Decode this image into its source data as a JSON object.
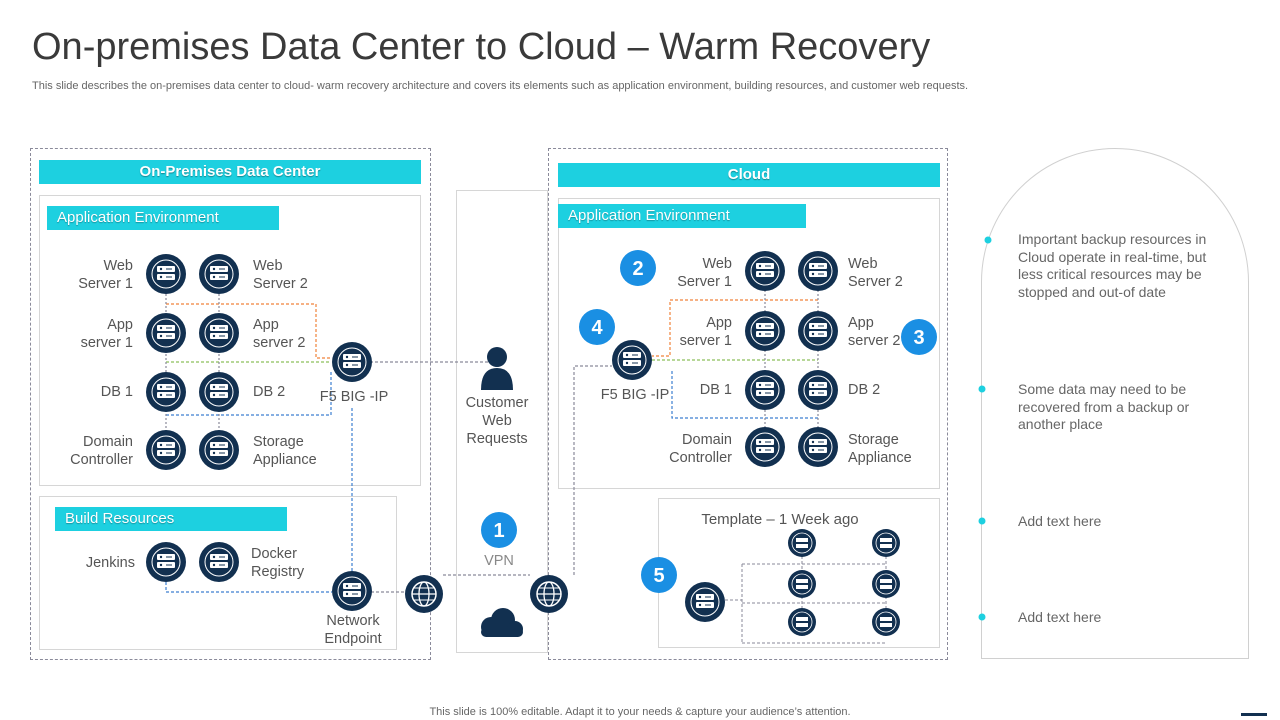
{
  "header": {
    "title": "On-premises Data Center to Cloud – Warm Recovery",
    "subtitle": "This slide describes the on-premises data center to cloud- warm recovery architecture and covers its elements such as application environment, building resources, and customer web requests."
  },
  "onprem": {
    "title": "On-Premises Data Center",
    "app_env": "Application Environment",
    "web1": "Web\nServer 1",
    "web2": "Web\nServer 2",
    "app1": "App\nserver 1",
    "app2": "App\nserver 2",
    "db1": "DB 1",
    "db2": "DB 2",
    "dc": "Domain\nController",
    "storage": "Storage\nAppliance",
    "f5": "F5 BIG -IP",
    "build": "Build Resources",
    "jenkins": "Jenkins",
    "docker": "Docker\nRegistry",
    "network": "Network\nEndpoint"
  },
  "middle": {
    "customer": "Customer\nWeb\nRequests",
    "vpn": "VPN",
    "step1": "1"
  },
  "cloud": {
    "title": "Cloud",
    "app_env": "Application Environment",
    "web1": "Web\nServer 1",
    "web2": "Web\nServer 2",
    "app1": "App\nserver 1",
    "app2": "App\nserver 2",
    "db1": "DB 1",
    "db2": "DB 2",
    "dc": "Domain\nController",
    "storage": "Storage\nAppliance",
    "f5": "F5 BIG -IP",
    "template": "Template – 1 Week ago",
    "step2": "2",
    "step3": "3",
    "step4": "4",
    "step5": "5"
  },
  "notes": [
    "Important backup resources in Cloud operate in real-time, but less critical resources may be stopped and out-of date",
    "Some data may need to be recovered from a backup or another place",
    "Add text here",
    "Add text here"
  ],
  "footer": "This slide is 100% editable. Adapt it to your needs & capture your audience’s attention.",
  "colors": {
    "accent": "#1dd0e0",
    "node": "#123050",
    "step_badge": "#1a8fe3",
    "orange_link": "#f0823a",
    "green_link": "#8cbf5a",
    "blue_link": "#3d7fd0"
  }
}
